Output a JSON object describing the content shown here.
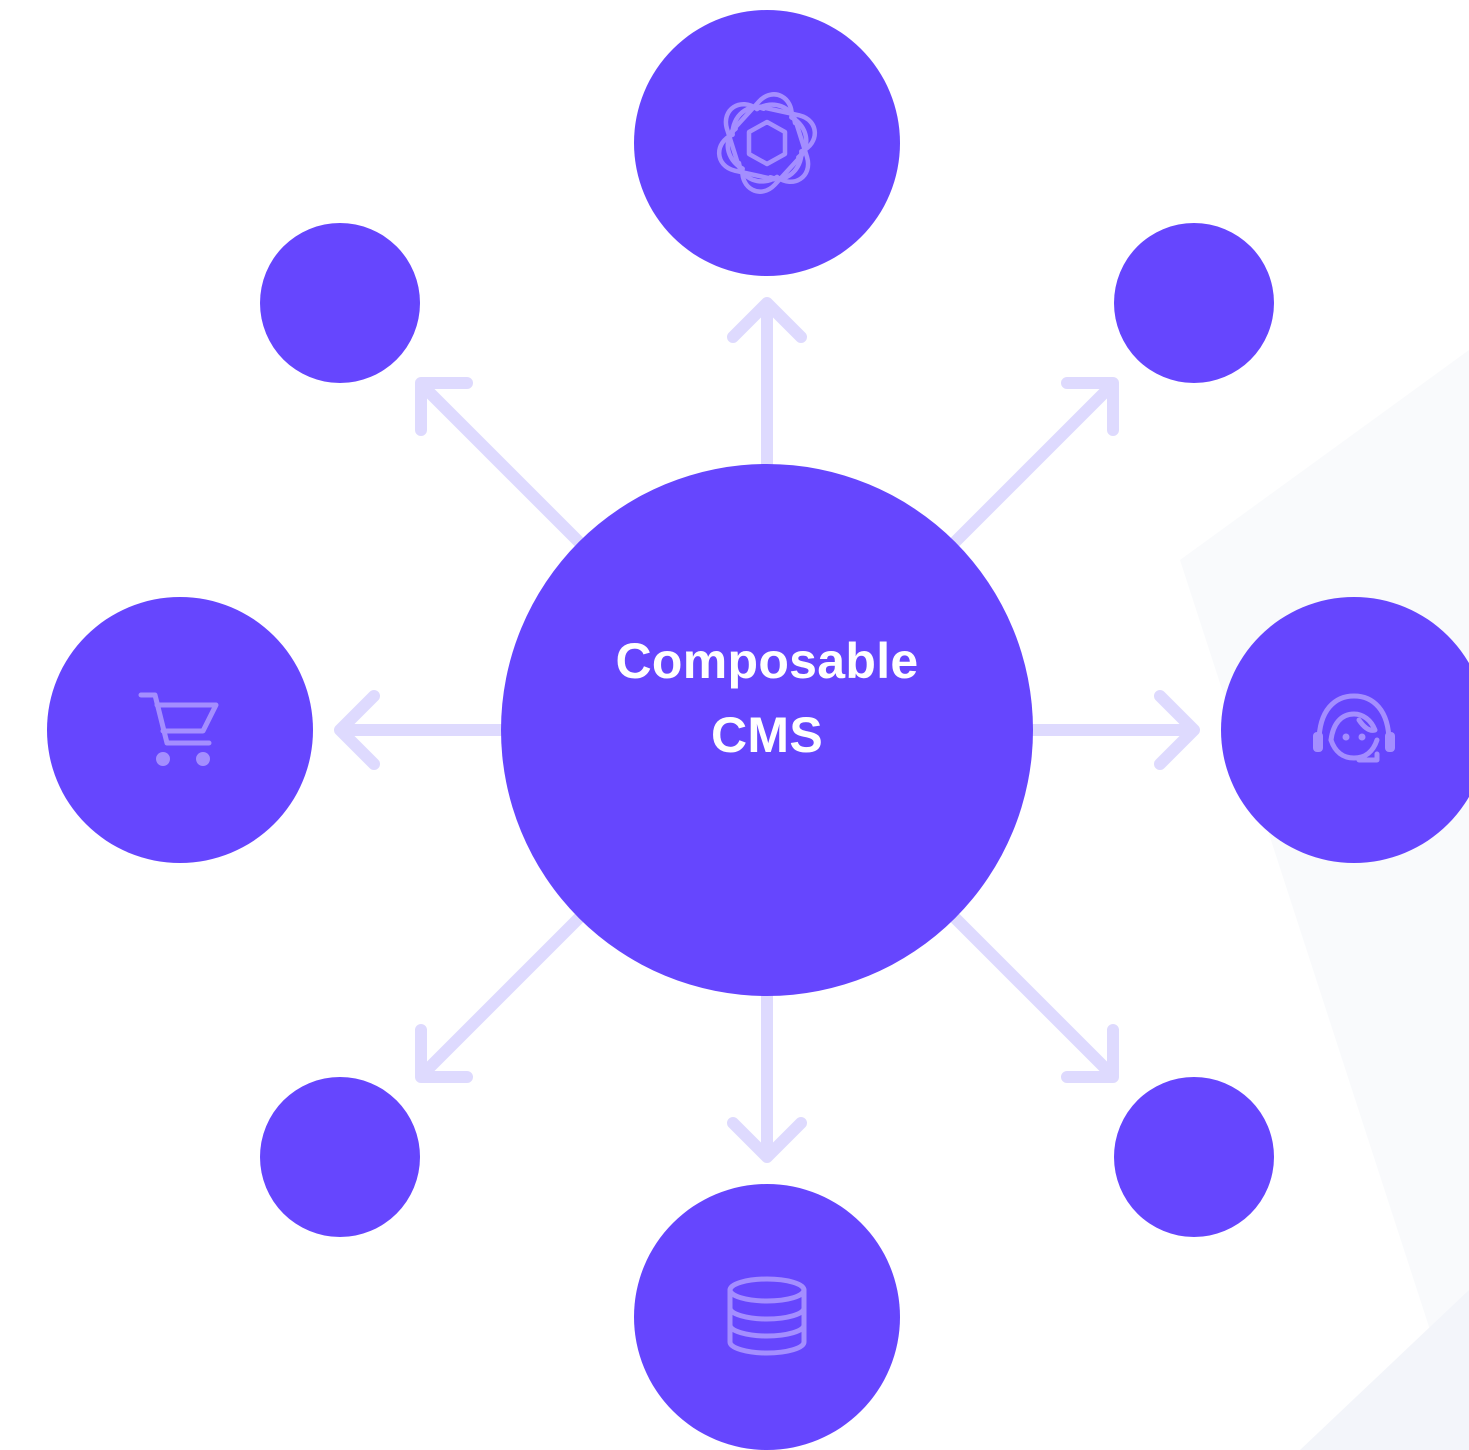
{
  "colors": {
    "node_fill": "#6646FE",
    "arrow_stroke": "#DEDAFE",
    "icon_stroke": "#A48EFF",
    "center_text": "#FFFFFF",
    "background": "#FFFFFF",
    "background_shape": "#F8F9FC"
  },
  "center": {
    "label_line1": "Composable",
    "label_line2": "CMS"
  },
  "nodes": [
    {
      "id": "top",
      "icon": "openai-icon"
    },
    {
      "id": "top-right",
      "icon": ""
    },
    {
      "id": "right",
      "icon": "customer-support-headset-icon"
    },
    {
      "id": "bottom-right",
      "icon": ""
    },
    {
      "id": "bottom",
      "icon": "database-icon"
    },
    {
      "id": "bottom-left",
      "icon": ""
    },
    {
      "id": "left",
      "icon": "shopping-cart-icon"
    },
    {
      "id": "top-left",
      "icon": ""
    }
  ]
}
